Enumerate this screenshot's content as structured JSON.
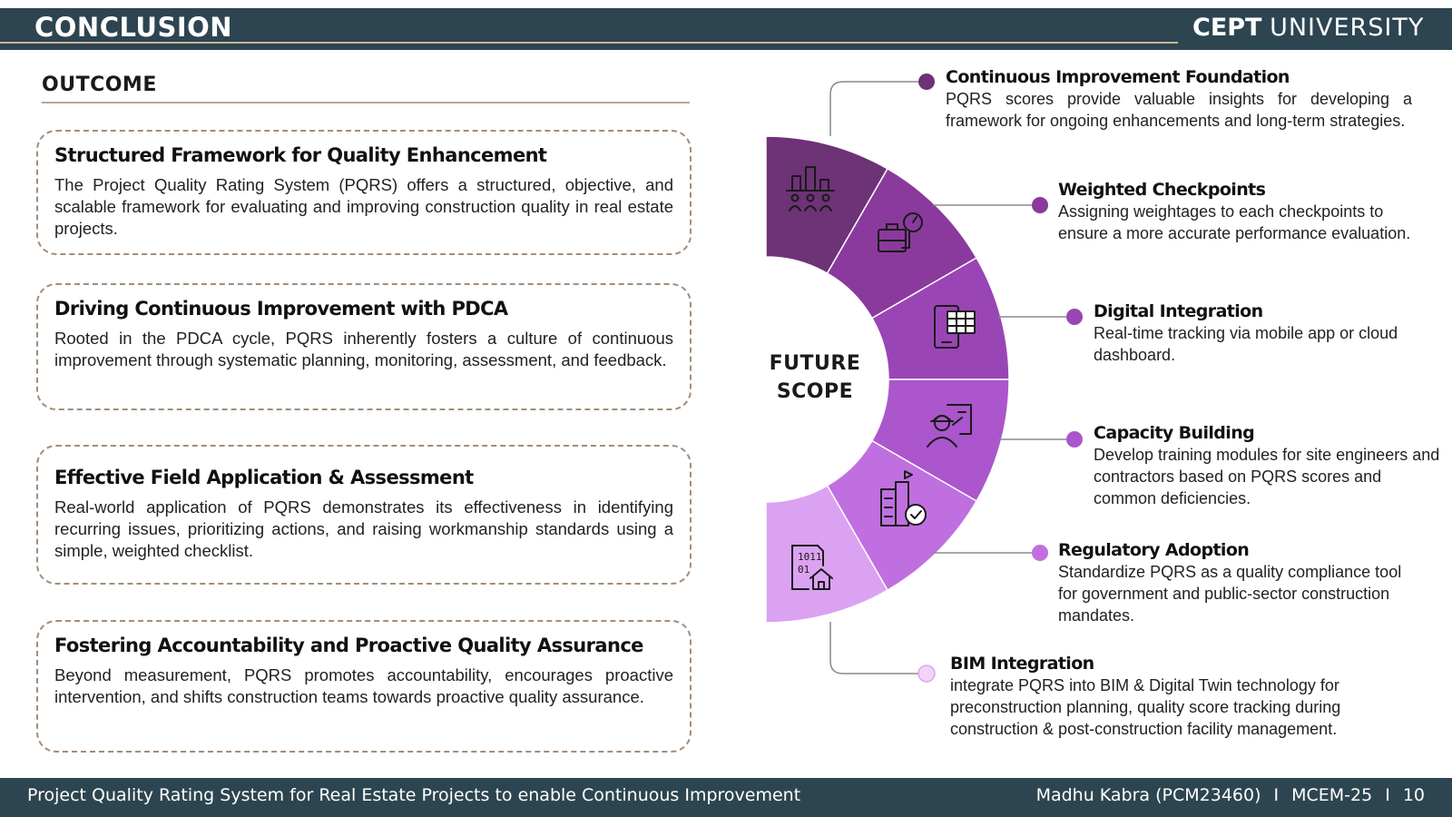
{
  "header": {
    "title": "CONCLUSION",
    "logo_bold": "CEPT",
    "logo_light": "UNIVERSITY"
  },
  "outcome": {
    "heading": "OUTCOME",
    "cards": [
      {
        "title": "Structured Framework for Quality Enhancement",
        "body": "The Project Quality Rating System (PQRS) offers a structured, objective, and scalable framework for evaluating and improving construction quality in real estate projects."
      },
      {
        "title": "Driving Continuous Improvement with PDCA",
        "body": "Rooted in the PDCA cycle, PQRS inherently fosters a culture of continuous improvement through systematic planning, monitoring, assessment, and feedback."
      },
      {
        "title": "Effective Field Application & Assessment",
        "body": "Real-world application of PQRS demonstrates its effectiveness in identifying recurring issues, prioritizing actions, and raising workmanship standards using a simple, weighted checklist."
      },
      {
        "title": "Fostering Accountability and Proactive Quality Assurance",
        "body": "Beyond measurement, PQRS promotes accountability, encourages proactive intervention, and shifts construction teams towards proactive quality assurance."
      }
    ]
  },
  "future_scope": {
    "label_line1": "FUTURE",
    "label_line2": "SCOPE",
    "segment_colors": [
      "#6e3277",
      "#8a3a9c",
      "#9a45b5",
      "#ab56cc",
      "#c06fe0",
      "#dba2f1"
    ],
    "items": [
      {
        "title": "Continuous Improvement Foundation",
        "body": "PQRS scores provide valuable insights for developing a framework for ongoing enhancements and long-term strategies.",
        "icon": "bar-chart-team-icon"
      },
      {
        "title": "Weighted Checkpoints",
        "body": "Assigning weightages to each checkpoints to ensure a more accurate performance evaluation.",
        "icon": "toolbox-gauge-icon"
      },
      {
        "title": "Digital Integration",
        "body": "Real-time tracking via mobile app or cloud dashboard.",
        "icon": "tablet-grid-icon"
      },
      {
        "title": "Capacity Building",
        "body": "Develop training modules for site engineers and contractors based on PQRS scores and common deficiencies.",
        "icon": "engineer-board-icon"
      },
      {
        "title": "Regulatory Adoption",
        "body": "Standardize PQRS as a quality compliance tool for government and public-sector construction mandates.",
        "icon": "building-check-icon"
      },
      {
        "title": "BIM Integration",
        "body": "integrate PQRS into BIM & Digital Twin technology for preconstruction planning, quality score tracking during construction & post-construction facility management.",
        "icon": "binary-house-icon"
      }
    ]
  },
  "footer": {
    "left": "Project Quality Rating System for Real Estate Projects to enable Continuous Improvement",
    "author": "Madhu Kabra (PCM23460)",
    "separator": "I",
    "course": "MCEM-25",
    "page": "10"
  }
}
